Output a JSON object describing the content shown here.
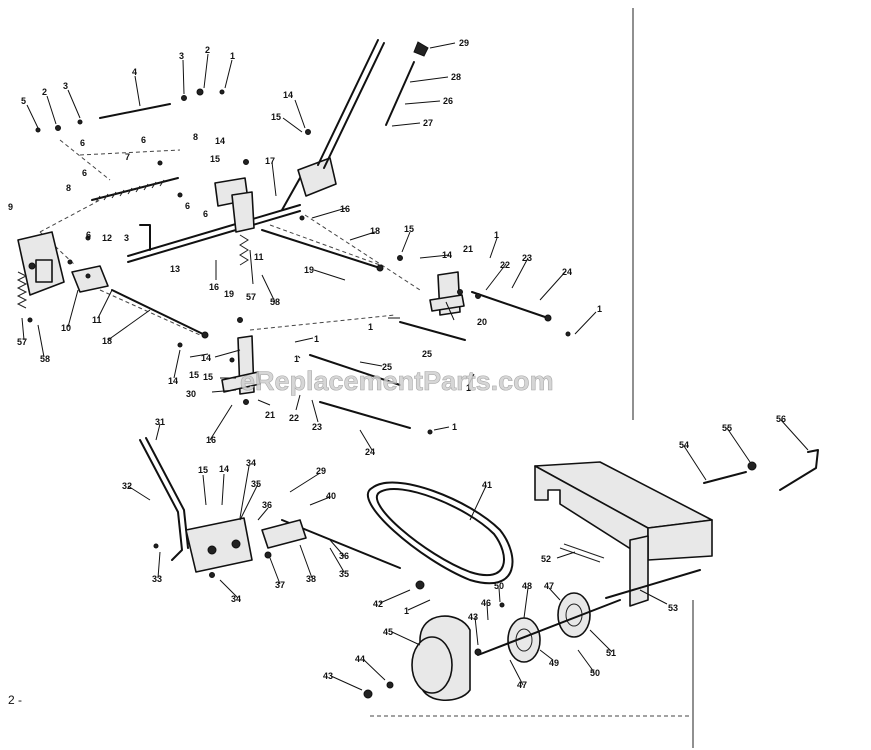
{
  "watermark": "eReplacementParts.com",
  "page_mark": "2 -",
  "callouts": [
    {
      "id": "c29a",
      "text": "29"
    },
    {
      "id": "c28",
      "text": "28"
    },
    {
      "id": "c26",
      "text": "26"
    },
    {
      "id": "c27",
      "text": "27"
    },
    {
      "id": "c5",
      "text": "5"
    },
    {
      "id": "c2a",
      "text": "2"
    },
    {
      "id": "c3a",
      "text": "3"
    },
    {
      "id": "c4",
      "text": "4"
    },
    {
      "id": "c3b",
      "text": "3"
    },
    {
      "id": "c2b",
      "text": "2"
    },
    {
      "id": "c1a",
      "text": "1"
    },
    {
      "id": "c6a",
      "text": "6"
    },
    {
      "id": "c8a",
      "text": "8"
    },
    {
      "id": "c6b",
      "text": "6"
    },
    {
      "id": "c7",
      "text": "7"
    },
    {
      "id": "c8b",
      "text": "8"
    },
    {
      "id": "c6c",
      "text": "6"
    },
    {
      "id": "c6d",
      "text": "6"
    },
    {
      "id": "c6e",
      "text": "6"
    },
    {
      "id": "c9",
      "text": "9"
    },
    {
      "id": "c6f",
      "text": "6"
    },
    {
      "id": "c12",
      "text": "12"
    },
    {
      "id": "c3c",
      "text": "3"
    },
    {
      "id": "c13",
      "text": "13"
    },
    {
      "id": "c14a",
      "text": "14"
    },
    {
      "id": "c15a",
      "text": "15"
    },
    {
      "id": "c14b",
      "text": "14"
    },
    {
      "id": "c15b",
      "text": "15"
    },
    {
      "id": "c17",
      "text": "17"
    },
    {
      "id": "c16a",
      "text": "16"
    },
    {
      "id": "c11a",
      "text": "11"
    },
    {
      "id": "c18a",
      "text": "18"
    },
    {
      "id": "c15c",
      "text": "15"
    },
    {
      "id": "c14c",
      "text": "14"
    },
    {
      "id": "c1b",
      "text": "1"
    },
    {
      "id": "c21a",
      "text": "21"
    },
    {
      "id": "c22a",
      "text": "22"
    },
    {
      "id": "c23a",
      "text": "23"
    },
    {
      "id": "c24a",
      "text": "24"
    },
    {
      "id": "c19a",
      "text": "19"
    },
    {
      "id": "c16b",
      "text": "16"
    },
    {
      "id": "c19b",
      "text": "19"
    },
    {
      "id": "c57a",
      "text": "57"
    },
    {
      "id": "c58a",
      "text": "58"
    },
    {
      "id": "c20",
      "text": "20"
    },
    {
      "id": "c1c",
      "text": "1"
    },
    {
      "id": "c1d",
      "text": "1"
    },
    {
      "id": "c57b",
      "text": "57"
    },
    {
      "id": "c58b",
      "text": "58"
    },
    {
      "id": "c10",
      "text": "10"
    },
    {
      "id": "c11b",
      "text": "11"
    },
    {
      "id": "c18b",
      "text": "18"
    },
    {
      "id": "c1e",
      "text": "1"
    },
    {
      "id": "c25a",
      "text": "25"
    },
    {
      "id": "c14d",
      "text": "14"
    },
    {
      "id": "c15d",
      "text": "15"
    },
    {
      "id": "c14e",
      "text": "14"
    },
    {
      "id": "c15e",
      "text": "15"
    },
    {
      "id": "c30",
      "text": "30"
    },
    {
      "id": "c1f",
      "text": "1"
    },
    {
      "id": "c25b",
      "text": "25"
    },
    {
      "id": "c1g",
      "text": "1"
    },
    {
      "id": "c21b",
      "text": "21"
    },
    {
      "id": "c22b",
      "text": "22"
    },
    {
      "id": "c23b",
      "text": "23"
    },
    {
      "id": "c16c",
      "text": "16"
    },
    {
      "id": "c24b",
      "text": "24"
    },
    {
      "id": "c1h",
      "text": "1"
    },
    {
      "id": "c31",
      "text": "31"
    },
    {
      "id": "c32",
      "text": "32"
    },
    {
      "id": "c15f",
      "text": "15"
    },
    {
      "id": "c14f",
      "text": "14"
    },
    {
      "id": "c34a",
      "text": "34"
    },
    {
      "id": "c35a",
      "text": "35"
    },
    {
      "id": "c36a",
      "text": "36"
    },
    {
      "id": "c29b",
      "text": "29"
    },
    {
      "id": "c40",
      "text": "40"
    },
    {
      "id": "c41",
      "text": "41"
    },
    {
      "id": "c33",
      "text": "33"
    },
    {
      "id": "c34b",
      "text": "34"
    },
    {
      "id": "c37",
      "text": "37"
    },
    {
      "id": "c38",
      "text": "38"
    },
    {
      "id": "c35b",
      "text": "35"
    },
    {
      "id": "c36b",
      "text": "36"
    },
    {
      "id": "c42",
      "text": "42"
    },
    {
      "id": "c1i",
      "text": "1"
    },
    {
      "id": "c54",
      "text": "54"
    },
    {
      "id": "c55",
      "text": "55"
    },
    {
      "id": "c56",
      "text": "56"
    },
    {
      "id": "c52",
      "text": "52"
    },
    {
      "id": "c53",
      "text": "53"
    },
    {
      "id": "c50a",
      "text": "50"
    },
    {
      "id": "c48",
      "text": "48"
    },
    {
      "id": "c47a",
      "text": "47"
    },
    {
      "id": "c46",
      "text": "46"
    },
    {
      "id": "c43a",
      "text": "43"
    },
    {
      "id": "c45",
      "text": "45"
    },
    {
      "id": "c49",
      "text": "49"
    },
    {
      "id": "c51",
      "text": "51"
    },
    {
      "id": "c50b",
      "text": "50"
    },
    {
      "id": "c47b",
      "text": "47"
    },
    {
      "id": "c44",
      "text": "44"
    },
    {
      "id": "c43b",
      "text": "43"
    }
  ]
}
